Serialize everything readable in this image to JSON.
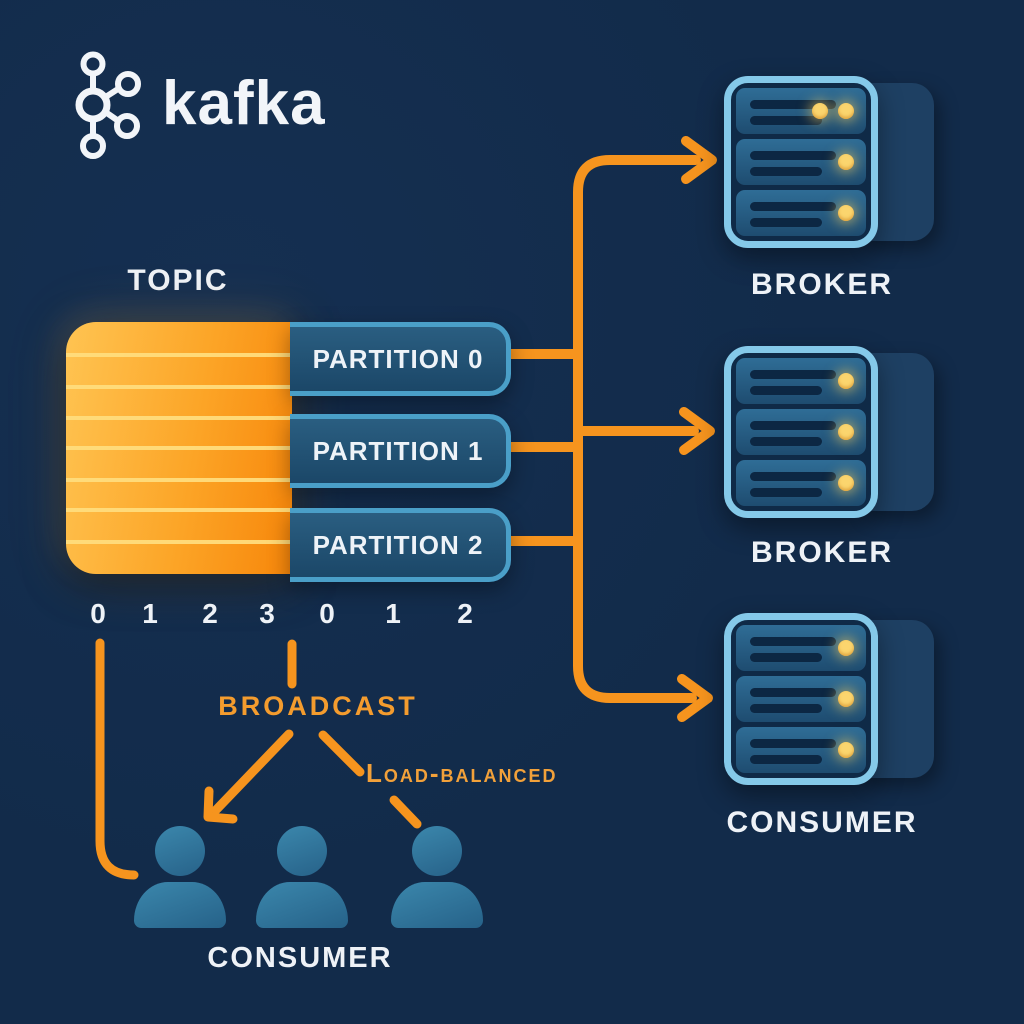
{
  "brand": {
    "name": "kafka"
  },
  "topic": {
    "title": "TOPIC",
    "partitions": [
      "PARTITION 0",
      "PARTITION 1",
      "PARTITION 2"
    ],
    "offsets": [
      "0",
      "1",
      "2",
      "3",
      "0",
      "1",
      "2"
    ]
  },
  "servers": {
    "broker1": {
      "label": "BROKER",
      "unit_dots": [
        2,
        1,
        1
      ]
    },
    "broker2": {
      "label": "BROKER",
      "unit_dots": [
        1,
        1,
        1
      ]
    },
    "consumer_server": {
      "label": "CONSUMER",
      "unit_dots": [
        1,
        1,
        1
      ]
    }
  },
  "annotations": {
    "broadcast": "BROADCAST",
    "load_balanced": "Load-balanced",
    "consumer_group": "CONSUMER"
  },
  "colors": {
    "background": "#122b4a",
    "connector_orange": "#f6941e",
    "orange_text": "#f2a13a",
    "topic_gradient_start": "#ffc452",
    "topic_gradient_end": "#f7860a",
    "topic_stripe": "#ffdc7c",
    "partition_fill": "#215578",
    "partition_border": "#4a9fc8",
    "server_border": "#85c9e9",
    "server_unit_fill": "#2f6d96",
    "server_bar": "#0c2743",
    "dot_yellow": "#fbd56e",
    "person_blue": "#2e79a3",
    "text_white": "#eef2f7"
  }
}
